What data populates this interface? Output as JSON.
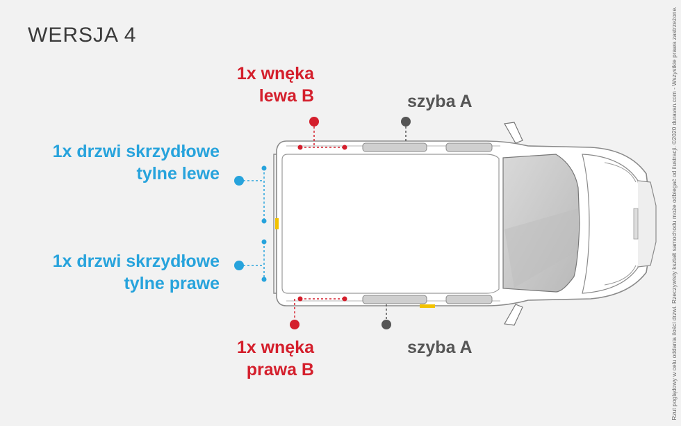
{
  "title": "WERSJA 4",
  "labels": {
    "wneka_lewa": [
      "1x wnęka",
      "lewa B"
    ],
    "szyba_top": "szyba A",
    "drzwi_lewe": [
      "1x drzwi skrzydłowe",
      "tylne lewe"
    ],
    "drzwi_prawe": [
      "1x drzwi skrzydłowe",
      "tylne prawe"
    ],
    "wneka_prawa": [
      "1x wnęka",
      "prawa B"
    ],
    "szyba_bottom": "szyba A"
  },
  "side_note": "Rzut poglądowy w celu oddania ilości drzwi. Rzeczywisty kształt samochodu może odbiegać od ilustracji. ©2020 duravan.com - Wszystkie prawa zastrzeżone.",
  "colors": {
    "red": "#d41f2c",
    "blue": "#27a3dc",
    "grey": "#555555",
    "accent_yellow": "#f2c200"
  }
}
